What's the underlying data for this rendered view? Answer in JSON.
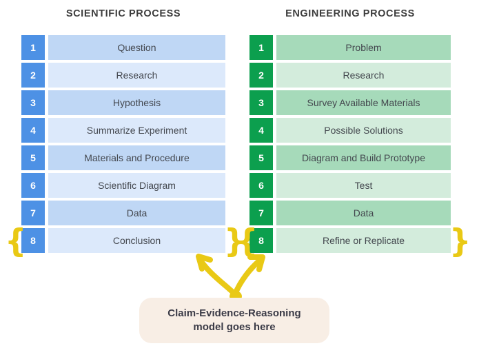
{
  "left": {
    "title": "SCIENTIFIC PROCESS",
    "rows": [
      {
        "num": "1",
        "label": "Question"
      },
      {
        "num": "2",
        "label": "Research"
      },
      {
        "num": "3",
        "label": "Hypothesis"
      },
      {
        "num": "4",
        "label": "Summarize Experiment"
      },
      {
        "num": "5",
        "label": "Materials and Procedure"
      },
      {
        "num": "6",
        "label": "Scientific Diagram"
      },
      {
        "num": "7",
        "label": "Data"
      },
      {
        "num": "8",
        "label": "Conclusion"
      }
    ]
  },
  "right": {
    "title": "ENGINEERING PROCESS",
    "rows": [
      {
        "num": "1",
        "label": "Problem"
      },
      {
        "num": "2",
        "label": "Research"
      },
      {
        "num": "3",
        "label": "Survey Available Materials"
      },
      {
        "num": "4",
        "label": "Possible Solutions"
      },
      {
        "num": "5",
        "label": "Diagram and Build Prototype"
      },
      {
        "num": "6",
        "label": "Test"
      },
      {
        "num": "7",
        "label": "Data"
      },
      {
        "num": "8",
        "label": "Refine or Replicate"
      }
    ]
  },
  "braces": {
    "open": "{",
    "close": "}"
  },
  "callout": {
    "line1": "Claim-Evidence-Reasoning",
    "line2": "model goes here"
  },
  "colors": {
    "blue_number": "#4d91e5",
    "blue_row_dark": "#bfd7f5",
    "blue_row_light": "#dce9fb",
    "green_number": "#0c9f4e",
    "green_row_dark": "#a6daba",
    "green_row_light": "#d3ecdc",
    "annotation_yellow": "#e9c915",
    "callout_background": "#f8eee5",
    "heading_text": "#3d3d3d",
    "row_text": "#43474e"
  }
}
